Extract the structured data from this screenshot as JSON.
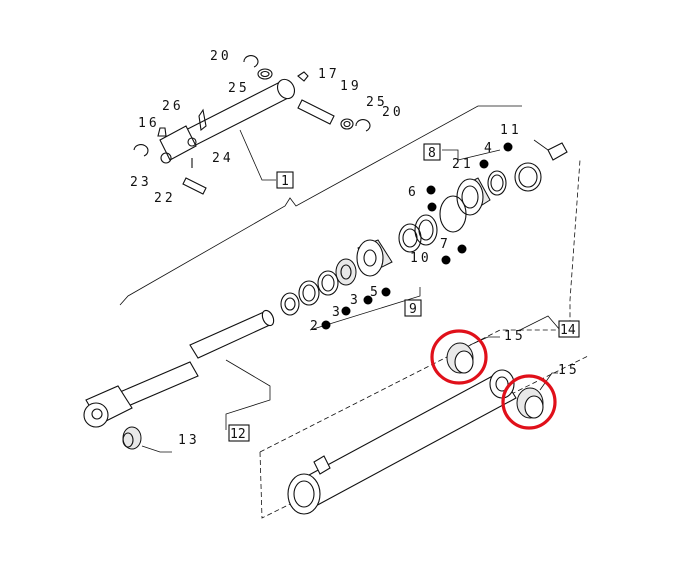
{
  "part_labels": {
    "p20a": "20",
    "p25a": "25",
    "p17": "17",
    "p19": "19",
    "p25b": "25",
    "p20b": "20",
    "p26": "26",
    "p16": "16",
    "p24": "24",
    "p23": "23",
    "p22": "22",
    "p11": "11",
    "p4": "4",
    "p21": "21",
    "p6": "6",
    "p7": "7",
    "p10": "10",
    "p5": "5",
    "p3a": "3",
    "p3b": "3",
    "p2": "2",
    "p13": "13",
    "p15a": "15",
    "p15b": "15"
  },
  "boxed_labels": {
    "b1": "1",
    "b8": "8",
    "b9": "9",
    "b12": "12",
    "b14": "14"
  },
  "highlight_color": "#e0101a"
}
